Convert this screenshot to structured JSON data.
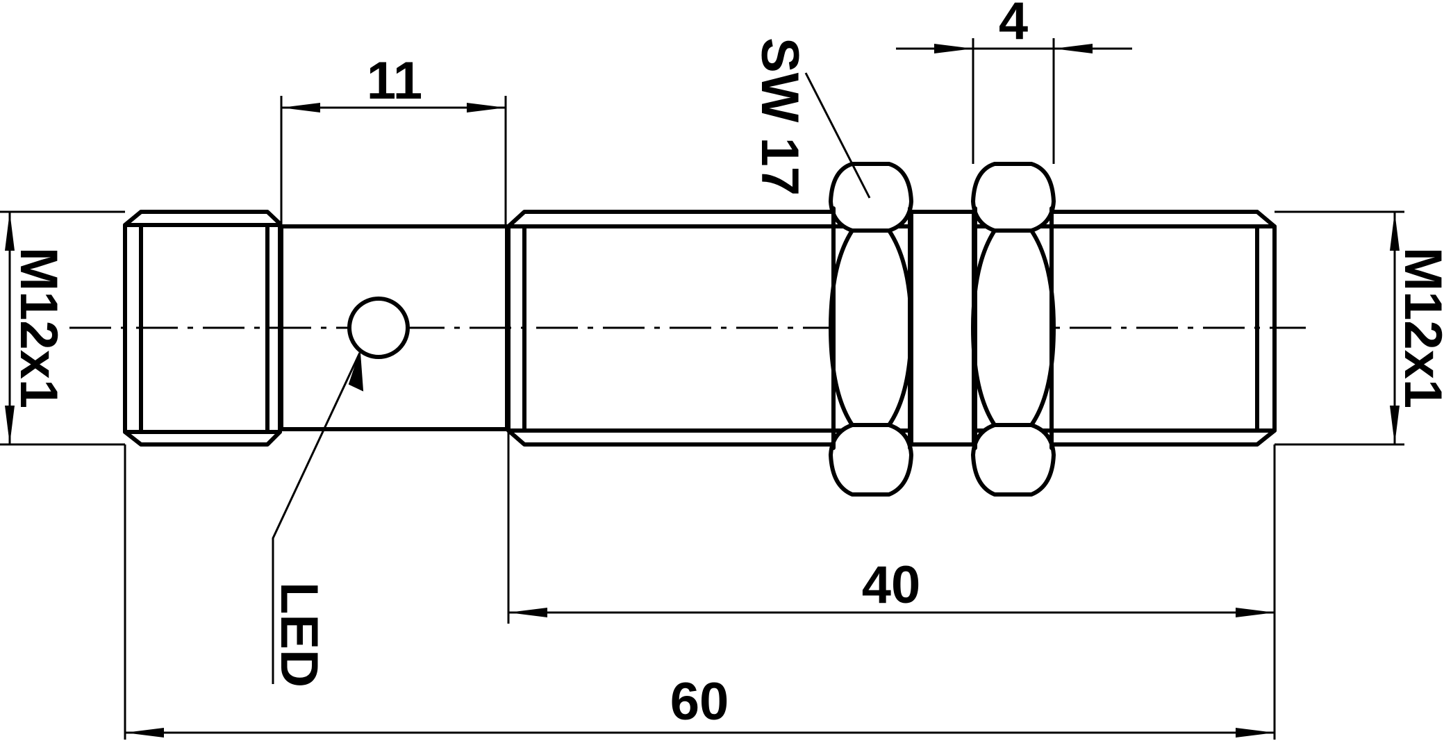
{
  "drawing": {
    "dimensions": {
      "overall_length": "60",
      "threaded_length": "40",
      "led_section_length": "11",
      "nut_thickness": "4"
    },
    "labels": {
      "thread_left": "M12x1",
      "thread_right": "M12x1",
      "wrench_size": "SW 17",
      "led": "LED"
    }
  }
}
